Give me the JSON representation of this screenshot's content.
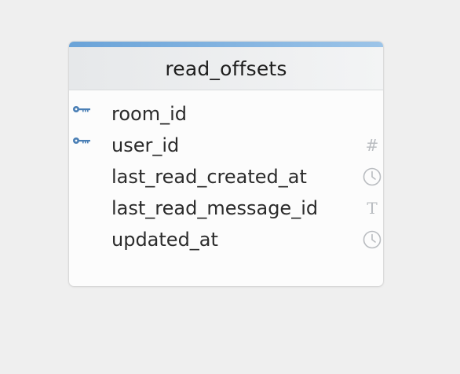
{
  "table": {
    "title": "read_offsets",
    "columns": [
      {
        "name": "room_id",
        "primary_key": true,
        "type_icon": "none"
      },
      {
        "name": "user_id",
        "primary_key": true,
        "type_icon": "hash-icon",
        "type_glyph": "#"
      },
      {
        "name": "last_read_created_at",
        "primary_key": false,
        "type_icon": "clock-icon"
      },
      {
        "name": "last_read_message_id",
        "primary_key": false,
        "type_icon": "text-icon",
        "type_glyph": "T"
      },
      {
        "name": "updated_at",
        "primary_key": false,
        "type_icon": "clock-icon"
      }
    ]
  },
  "colors": {
    "accent": "#6aa3d8",
    "key_icon": "#4a7fb5",
    "type_icon": "#b9bcc0"
  }
}
